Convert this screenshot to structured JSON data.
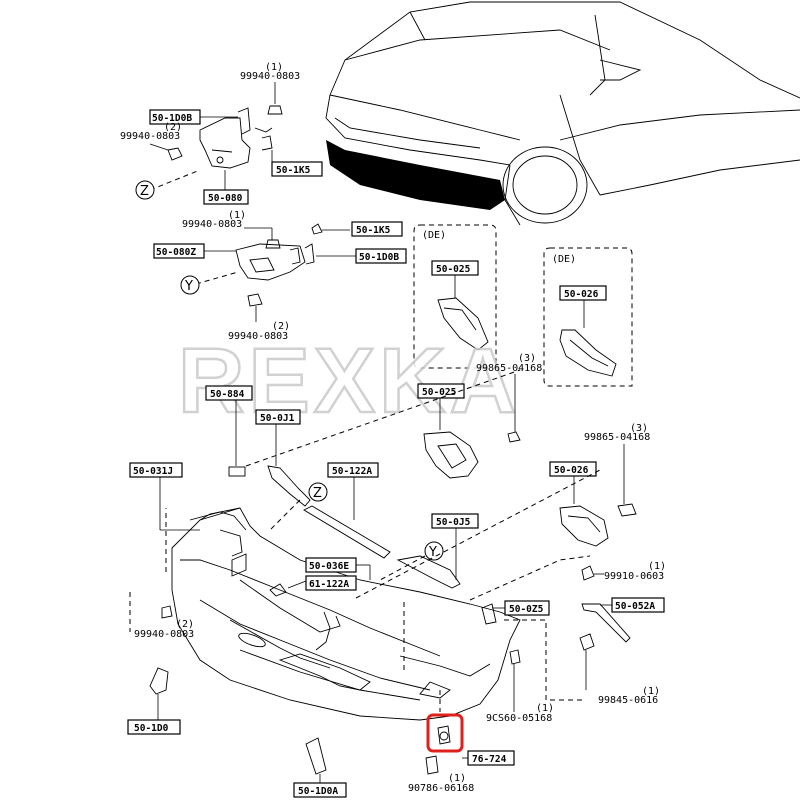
{
  "watermark": "REXKA",
  "callouts": {
    "c_50_1d0b_top": "50-1D0B",
    "c_50_080": "50-080",
    "c_50_1k5_top": "50-1K5",
    "c_50_080z": "50-080Z",
    "c_50_1k5_mid": "50-1K5",
    "c_50_1d0b_mid": "50-1D0B",
    "c_50_025_de": "50-025",
    "c_50_026_de": "50-026",
    "c_50_884": "50-884",
    "c_50_0j1": "50-0J1",
    "c_50_025": "50-025",
    "c_50_031j": "50-031J",
    "c_50_122a": "50-122A",
    "c_50_026": "50-026",
    "c_50_0j5": "50-0J5",
    "c_50_036e": "50-036E",
    "c_61_122a": "61-122A",
    "c_50_0z5": "50-0Z5",
    "c_50_052a": "50-052A",
    "c_50_1d0": "50-1D0",
    "c_76_724": "76-724",
    "c_50_1d0a": "50-1D0A"
  },
  "part_numbers": {
    "p1": "99940-0803",
    "p2": "99940-0803",
    "p3": "99940-0803",
    "p4": "99940-0803",
    "p5": "99940-0803",
    "p6": "99865-04168",
    "p7": "99865-04168",
    "p8": "99910-0603",
    "p9": "99845-0616",
    "p10": "9CS60-05168",
    "p11": "90786-06168"
  },
  "qty": {
    "q1": "(1)",
    "q2": "(2)",
    "q3": "(1)",
    "q4": "(2)",
    "q5": "(2)",
    "q6": "(3)",
    "q7": "(3)",
    "q8": "(1)",
    "q9": "(1)",
    "q10": "(1)",
    "q11": "(1)"
  },
  "de_labels": {
    "de1": "(DE)",
    "de2": "(DE)"
  },
  "ref_letters": {
    "z1": "Z",
    "y1": "Y",
    "z2": "Z",
    "y2": "Y"
  },
  "highlight_color": "#e0201c"
}
